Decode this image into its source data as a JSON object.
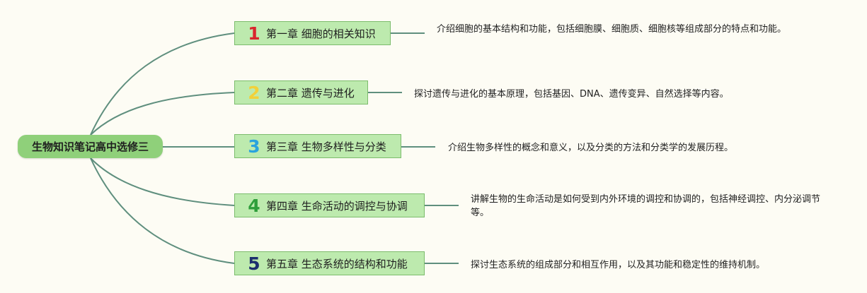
{
  "root": {
    "label": "生物知识笔记高中选修三"
  },
  "chapters": [
    {
      "number": "1",
      "number_color": "#d9262e",
      "title": "第一章 细胞的相关知识",
      "description": "介绍细胞的基本结构和功能，包括细胞膜、细胞质、细胞核等组成部分的特点和功能。"
    },
    {
      "number": "2",
      "number_color": "#f2d13a",
      "title": "第二章 遗传与进化",
      "description": "探讨遗传与进化的基本原理，包括基因、DNA、遗传变异、自然选择等内容。"
    },
    {
      "number": "3",
      "number_color": "#2aa3dd",
      "title": "第三章 生物多样性与分类",
      "description": "介绍生物多样性的概念和意义，以及分类的方法和分类学的发展历程。"
    },
    {
      "number": "4",
      "number_color": "#2e9e3a",
      "title": "第四章 生命活动的调控与协调",
      "description": "讲解生物的生命活动是如何受到内外环境的调控和协调的，包括神经调控、内分泌调节等。"
    },
    {
      "number": "5",
      "number_color": "#1c2f6e",
      "title": "第五章 生态系统的结构和功能",
      "description": "探讨生态系统的组成部分和相互作用，以及其功能和稳定性的维持机制。"
    }
  ],
  "colors": {
    "link": "#5f8f7e",
    "root_fill": "#8fd07a",
    "chapter_fill": "#bdeaae"
  }
}
